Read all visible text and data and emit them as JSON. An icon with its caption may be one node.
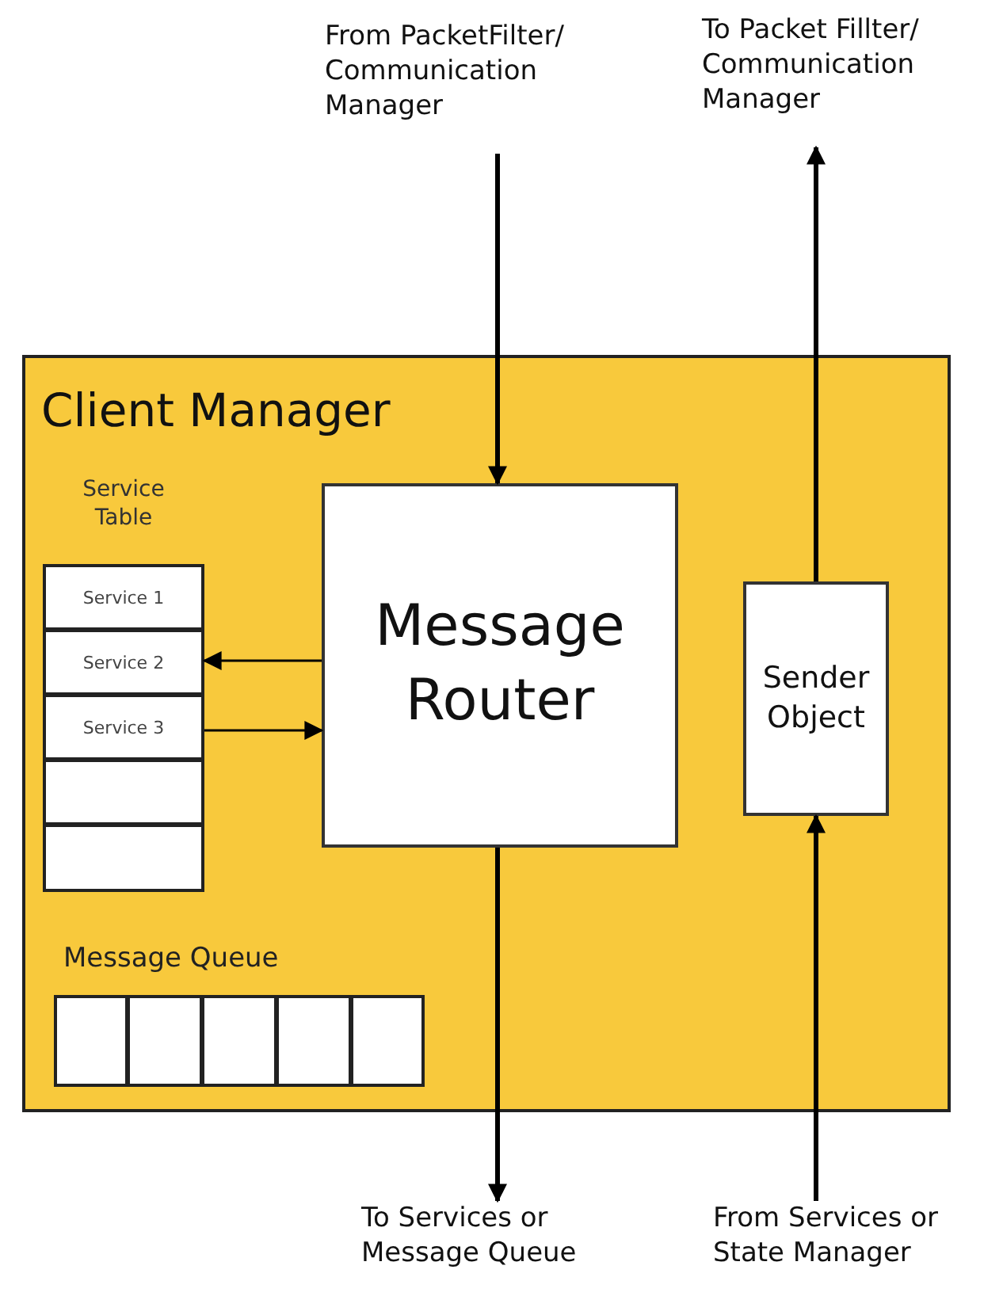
{
  "diagram": {
    "nodes": [
      {
        "text": [
          "From PacketFilter/ Communication Manager"
        ]
      },
      {
        "text": [
          "To Packet Fillter/ Communication Manager"
        ]
      },
      {
        "text": [
          "Client Manager"
        ]
      },
      {
        "text": [
          "Service Table"
        ],
        "in": 2
      },
      {
        "text": [
          "Service 1"
        ],
        "in": 3
      },
      {
        "text": [
          "Service 2"
        ],
        "in": 3
      },
      {
        "text": [
          "Service 3"
        ],
        "in": 3
      },
      {
        "text": [],
        "shape": "box",
        "in": 3
      },
      {
        "text": [],
        "shape": "box",
        "in": 3
      },
      {
        "text": [
          "Message Router"
        ],
        "in": 2
      },
      {
        "text": [
          "Sender Object"
        ],
        "in": 2
      },
      {
        "text": [
          "Message Queue"
        ],
        "in": 2
      },
      {
        "text": [],
        "shape": "box",
        "in": 11
      },
      {
        "text": [],
        "shape": "box",
        "in": 11
      },
      {
        "text": [],
        "shape": "box",
        "in": 11
      },
      {
        "text": [],
        "shape": "box",
        "in": 11
      },
      {
        "text": [],
        "shape": "box",
        "in": 11
      },
      {
        "text": [
          "To Services or Message Queue"
        ]
      },
      {
        "text": [
          "From Services or State Manager"
        ]
      }
    ],
    "edges": [
      {
        "from": 0,
        "to": 9,
        "arrow": "to"
      },
      {
        "from": 10,
        "to": 1,
        "arrow": "to"
      },
      {
        "from": 9,
        "to": 5,
        "arrow": "to"
      },
      {
        "from": 6,
        "to": 9,
        "arrow": "to"
      },
      {
        "from": 9,
        "to": 17,
        "arrow": "to"
      },
      {
        "from": 18,
        "to": 10,
        "arrow": "to"
      }
    ]
  }
}
